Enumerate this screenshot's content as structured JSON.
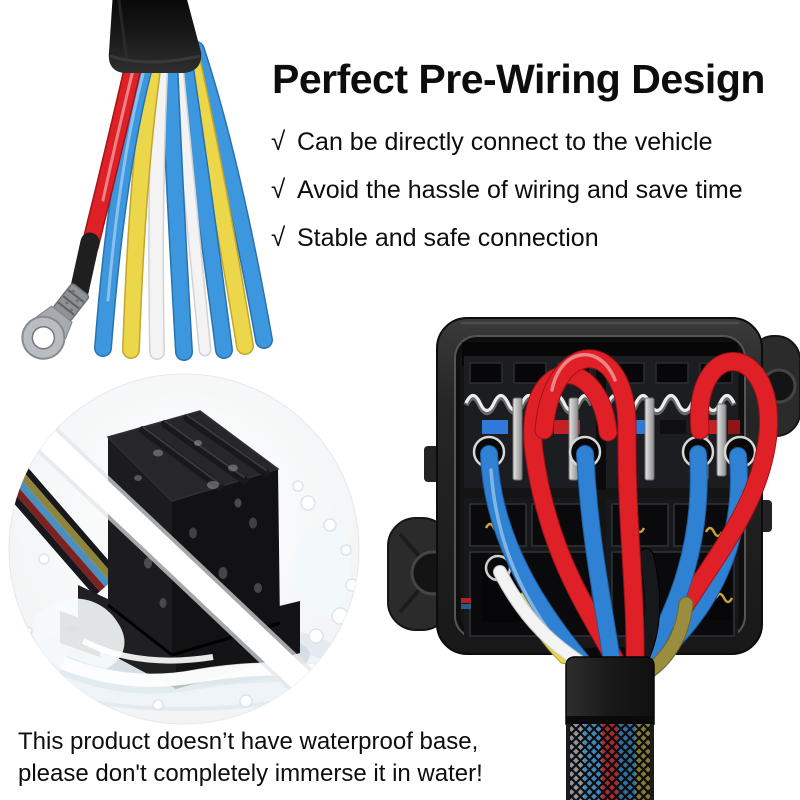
{
  "header": {
    "title": "Perfect Pre-Wiring Design",
    "check_symbol": "√",
    "features": [
      "Can be directly connect to the vehicle",
      "Avoid the hassle of wiring and save time",
      "Stable and safe connection"
    ]
  },
  "warning": {
    "line1": "This product doesn’t have waterproof base,",
    "line2": "please don't completely immerse it in water!"
  },
  "images": {
    "harness": "pre-wired-harness-with-ring-terminal",
    "splash": "fuse-box-splashed-with-water-crossed-out",
    "fusebox": "open-fuse-relay-box-with-wires"
  },
  "colors": {
    "text": "#0d0d0d",
    "background": "#ffffff",
    "wire_red": "#df2027",
    "wire_blue": "#3c97de",
    "wire_blue_deep": "#2f82d3",
    "wire_yellow": "#ecd64a",
    "wire_olive": "#9a8d3e",
    "wire_white": "#f3f3f3",
    "wire_black": "#17181c",
    "box_black": "#1e1e1e",
    "terminal_silver": "#b9bdc2",
    "slash_white": "#ffffff"
  }
}
